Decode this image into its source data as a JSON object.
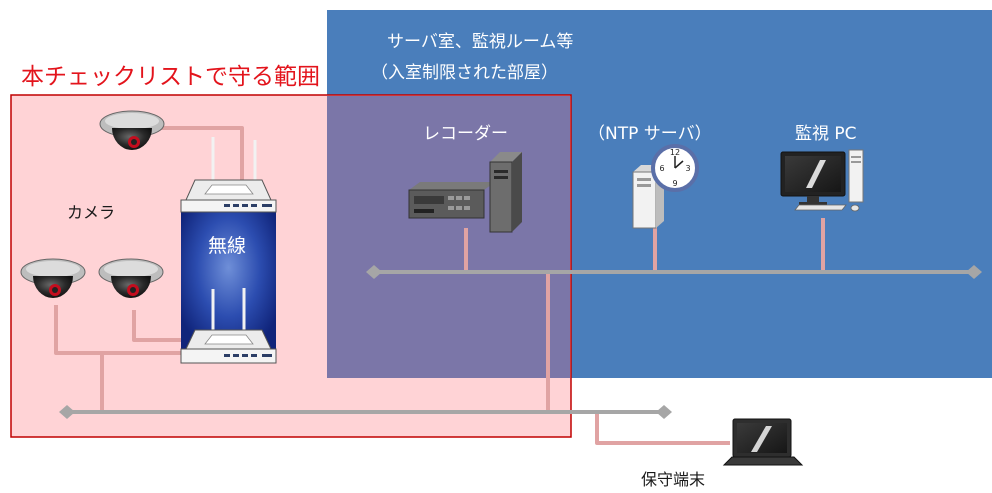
{
  "server_room": {
    "line1": "サーバ室、監視ルーム等",
    "line2": "（入室制限された部屋）"
  },
  "scope": {
    "title": "本チェックリストで守る範囲"
  },
  "devices": {
    "camera_label": "カメラ",
    "wireless_label": "無線",
    "recorder_label": "レコーダー",
    "ntp_label": "（NTP サーバ）",
    "monitor_pc_label": "監視 PC",
    "maintenance_label": "保守端末"
  },
  "colors": {
    "server_room_fill": "#4a7ebb",
    "scope_fill": "#ffd3d6",
    "scope_border": "#c00000",
    "overlap_fill": "#7b76a8",
    "cable": "#e0a3a3",
    "bus": "#a6a6a6",
    "wireless_panel": "#1f3b9c"
  },
  "icons": [
    "dome-camera-icon",
    "wireless-router-icon",
    "recorder-icon",
    "ntp-server-icon",
    "desktop-pc-icon",
    "laptop-icon",
    "wall-clock-icon"
  ]
}
